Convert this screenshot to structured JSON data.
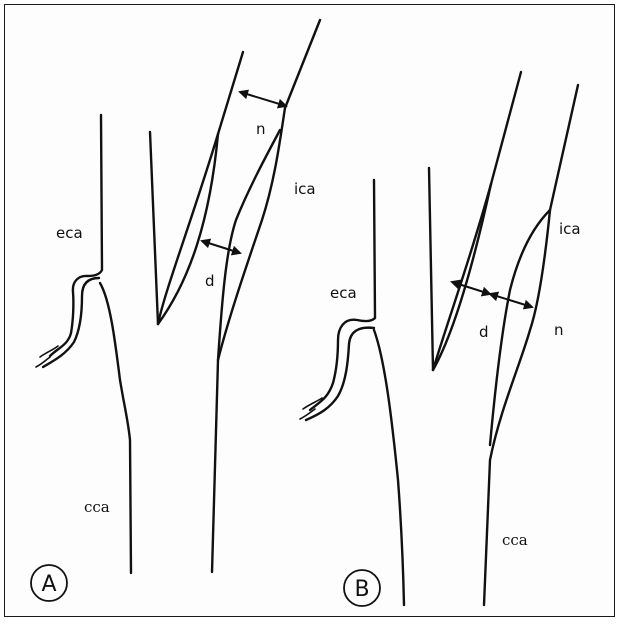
{
  "panels": [
    {
      "letter": "A",
      "labels": {
        "eca": "eca",
        "ica": "ica",
        "cca": "cca",
        "n": "n",
        "d": "d"
      }
    },
    {
      "letter": "B",
      "labels": {
        "eca": "eca",
        "ica": "ica",
        "cca": "cca",
        "n": "n",
        "d": "d"
      }
    }
  ]
}
